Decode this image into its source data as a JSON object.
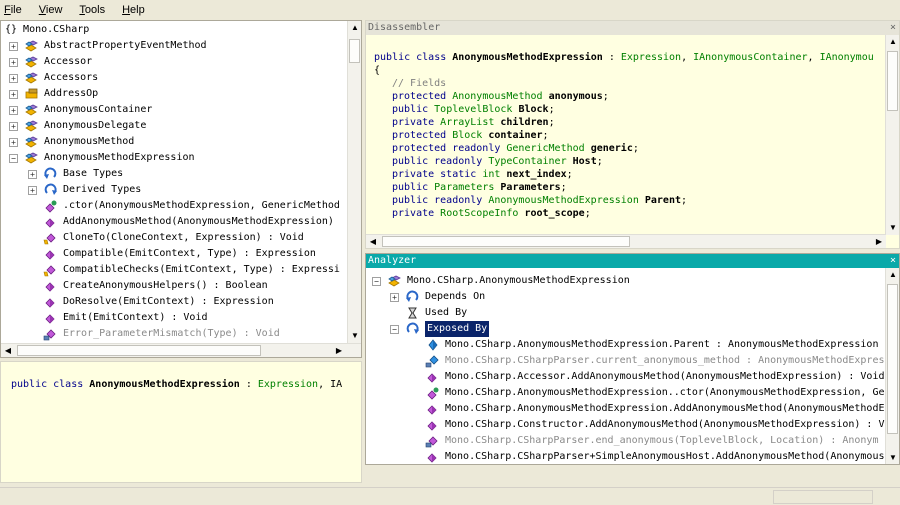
{
  "menu": [
    {
      "label": "File",
      "mnemonic": "F",
      "rest": "ile"
    },
    {
      "label": "View",
      "mnemonic": "V",
      "rest": "iew"
    },
    {
      "label": "Tools",
      "mnemonic": "T",
      "rest": "ools"
    },
    {
      "label": "Help",
      "mnemonic": "H",
      "rest": "elp"
    }
  ],
  "tree": {
    "root": {
      "icon": "braces-namespace-icon",
      "label": "{} Mono.CSharp"
    },
    "items": [
      {
        "label": "AbstractPropertyEventMethod",
        "icon": "class-icon",
        "exp": "+"
      },
      {
        "label": "Accessor",
        "icon": "class-icon",
        "exp": "+"
      },
      {
        "label": "Accessors",
        "icon": "class-icon",
        "exp": "+"
      },
      {
        "label": "AddressOp",
        "icon": "enum-icon",
        "exp": "+"
      },
      {
        "label": "AnonymousContainer",
        "icon": "class-icon",
        "exp": "+"
      },
      {
        "label": "AnonymousDelegate",
        "icon": "class-icon",
        "exp": "+"
      },
      {
        "label": "AnonymousMethod",
        "icon": "class-icon",
        "exp": "+"
      },
      {
        "label": "AnonymousMethodExpression",
        "icon": "class-icon",
        "exp": "-"
      }
    ],
    "children": [
      {
        "label": "Base Types",
        "icon": "base-types-icon",
        "exp": "+"
      },
      {
        "label": "Derived Types",
        "icon": "derived-types-icon",
        "exp": "+"
      }
    ],
    "members": [
      {
        "label": ".ctor(AnonymousMethodExpression, GenericMethod",
        "icon": "constructor-icon",
        "dim": false
      },
      {
        "label": "AddAnonymousMethod(AnonymousMethodExpression)",
        "icon": "method-icon",
        "dim": false
      },
      {
        "label": "CloneTo(CloneContext, Expression) : Void",
        "icon": "protected-method-icon",
        "dim": false
      },
      {
        "label": "Compatible(EmitContext, Type) : Expression",
        "icon": "method-icon",
        "dim": false
      },
      {
        "label": "CompatibleChecks(EmitContext, Type) : Expressi",
        "icon": "protected-method-icon",
        "dim": false
      },
      {
        "label": "CreateAnonymousHelpers() : Boolean",
        "icon": "method-icon",
        "dim": false
      },
      {
        "label": "DoResolve(EmitContext) : Expression",
        "icon": "method-icon",
        "dim": false
      },
      {
        "label": "Emit(EmitContext) : Void",
        "icon": "method-icon",
        "dim": false
      },
      {
        "label": "Error_ParameterMismatch(Type) : Void",
        "icon": "private-method-icon",
        "dim": true
      }
    ]
  },
  "signature": {
    "kw": "public class ",
    "name": "AnonymousMethodExpression",
    "sep": " : ",
    "base": "Expression",
    "more": ", IA"
  },
  "disassembler": {
    "title": "Disassembler",
    "close": "×",
    "header": {
      "kw": "public class ",
      "name": "AnonymousMethodExpression",
      "sep": " : ",
      "base": "Expression",
      "c1": ", ",
      "i1": "IAnonymousContainer",
      "c2": ", ",
      "i2": "IAnonymousH"
    },
    "brace": "{",
    "comment": "// Fields",
    "fields": [
      {
        "mods": "protected ",
        "type": "AnonymousMethod",
        "name": "anonymous"
      },
      {
        "mods": "public ",
        "type": "ToplevelBlock",
        "name": "Block"
      },
      {
        "mods": "private ",
        "type": "ArrayList",
        "name": "children"
      },
      {
        "mods": "protected ",
        "type": "Block",
        "name": "container"
      },
      {
        "mods": "protected readonly ",
        "type": "GenericMethod",
        "name": "generic"
      },
      {
        "mods": "public readonly ",
        "type": "TypeContainer",
        "name": "Host"
      },
      {
        "mods": "private static ",
        "type": "int",
        "name": "next_index"
      },
      {
        "mods": "public ",
        "type": "Parameters",
        "name": "Parameters"
      },
      {
        "mods": "public readonly ",
        "type": "AnonymousMethodExpression",
        "name": "Parent"
      },
      {
        "mods": "private ",
        "type": "RootScopeInfo",
        "name": "root_scope"
      }
    ]
  },
  "analyzer": {
    "title": "Analyzer",
    "close": "×",
    "root": "Mono.CSharp.AnonymousMethodExpression",
    "nodes": [
      {
        "label": "Depends On",
        "icon": "depends-on-icon",
        "exp": "+"
      },
      {
        "label": "Used By",
        "icon": "used-by-icon",
        "exp": ""
      },
      {
        "label": "Exposed By",
        "icon": "exposed-by-icon",
        "exp": "-"
      }
    ],
    "results": [
      {
        "label": "Mono.CSharp.AnonymousMethodExpression.Parent : AnonymousMethodExpression",
        "icon": "field-icon",
        "dim": false
      },
      {
        "label": "Mono.CSharp.CSharpParser.current_anonymous_method : AnonymousMethodExpres",
        "icon": "private-field-icon",
        "dim": true
      },
      {
        "label": "Mono.CSharp.Accessor.AddAnonymousMethod(AnonymousMethodExpression) : Void",
        "icon": "method-icon",
        "dim": false
      },
      {
        "label": "Mono.CSharp.AnonymousMethodExpression..ctor(AnonymousMethodExpression, Ge",
        "icon": "constructor-icon",
        "dim": false
      },
      {
        "label": "Mono.CSharp.AnonymousMethodExpression.AddAnonymousMethod(AnonymousMethodE",
        "icon": "method-icon",
        "dim": false
      },
      {
        "label": "Mono.CSharp.Constructor.AddAnonymousMethod(AnonymousMethodExpression) : V",
        "icon": "method-icon",
        "dim": false
      },
      {
        "label": "Mono.CSharp.CSharpParser.end_anonymous(ToplevelBlock, Location) : Anonym",
        "icon": "private-method-icon",
        "dim": true
      },
      {
        "label": "Mono.CSharp.CSharpParser+SimpleAnonymousHost.AddAnonymousMethod(Anonymous",
        "icon": "method-icon",
        "dim": false
      }
    ]
  }
}
